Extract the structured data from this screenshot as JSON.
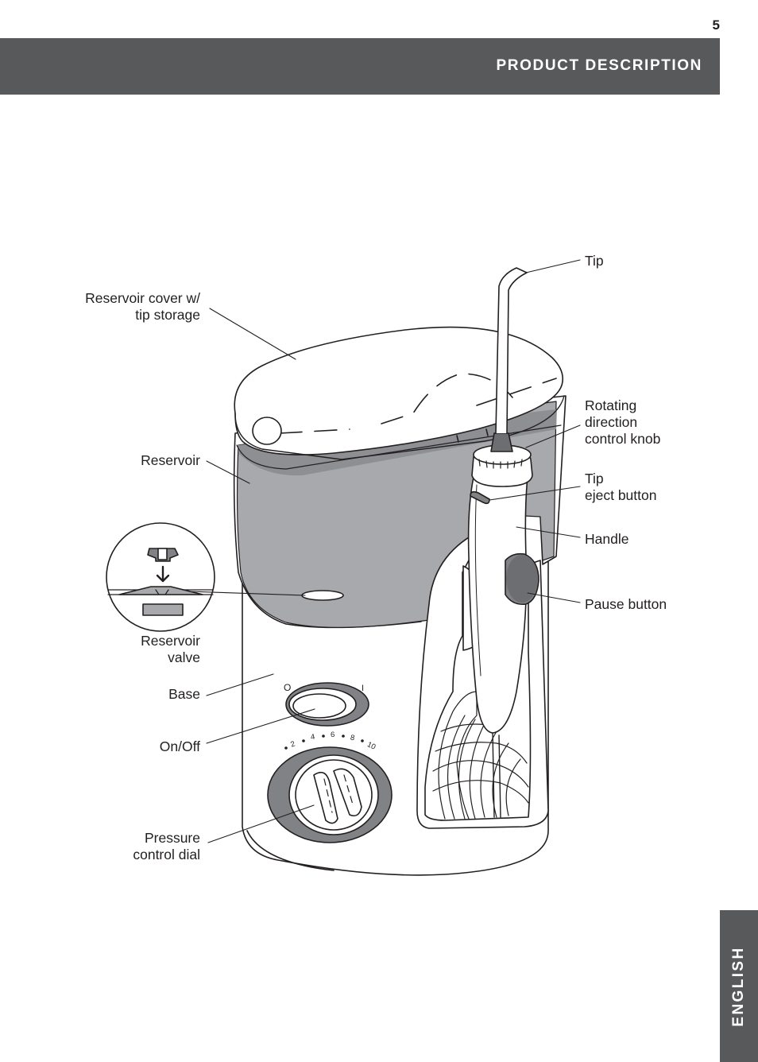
{
  "page": {
    "number": "5",
    "section_title": "PRODUCT DESCRIPTION",
    "language_tab": "ENGLISH"
  },
  "diagram": {
    "labels": {
      "reservoir_cover": "Reservoir cover w/\ntip storage",
      "reservoir": "Reservoir",
      "reservoir_valve": "Reservoir\nvalve",
      "base": "Base",
      "on_off": "On/Off",
      "pressure_dial": "Pressure\ncontrol dial",
      "tip": "Tip",
      "rotating_knob": "Rotating\ndirection\ncontrol knob",
      "tip_eject": "Tip\neject button",
      "handle": "Handle",
      "pause_button": "Pause button"
    },
    "switch_marks": {
      "off": "O",
      "on": "I"
    },
    "dial_scale": [
      "2",
      "4",
      "6",
      "8",
      "10"
    ],
    "colors": {
      "header_bar": "#58595b",
      "reservoir_fill": "#a7a9ac",
      "dial_ring": "#808285",
      "line": "#231f20"
    }
  }
}
